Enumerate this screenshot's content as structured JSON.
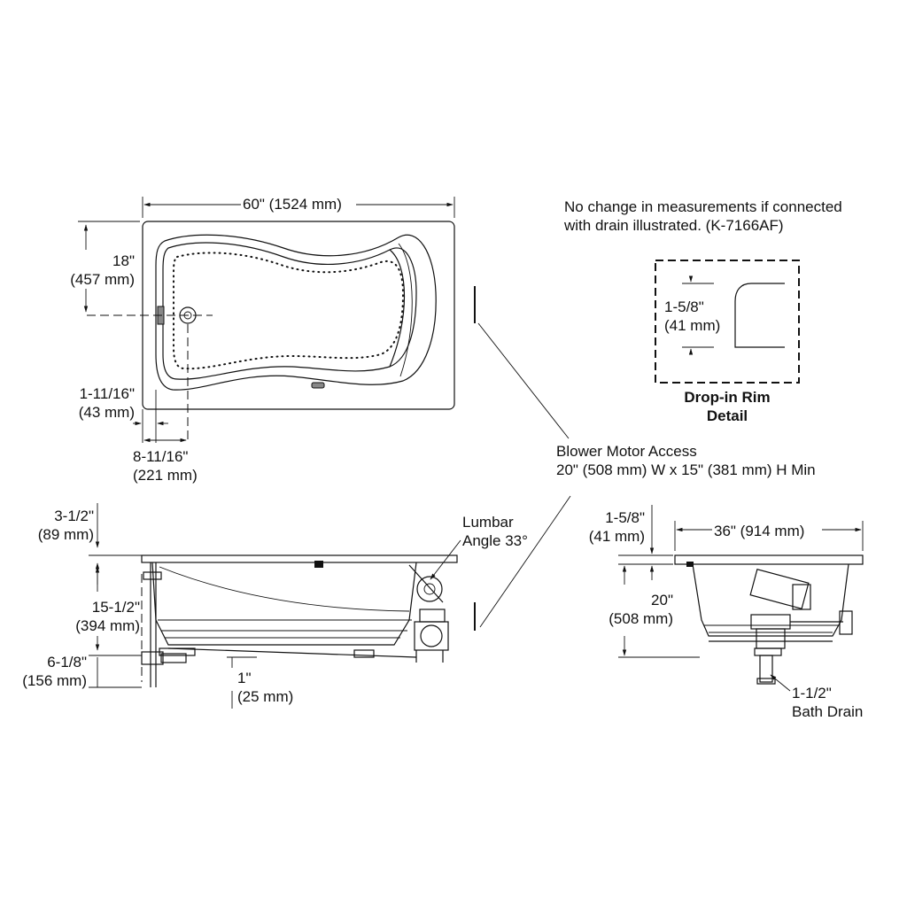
{
  "top_view": {
    "width_dim": "60\" (1524 mm)",
    "depth_dim": "18\"",
    "depth_dim_mm": "(457 mm)",
    "rim_dim": "1-11/16\"",
    "rim_dim_mm": "(43 mm)",
    "drain_offset_dim": "8-11/16\"",
    "drain_offset_dim_mm": "(221 mm)"
  },
  "note": {
    "line1": "No change in measurements if connected",
    "line2": "with drain illustrated. (K-7166AF)"
  },
  "rim_detail": {
    "dim": "1-5/8\"",
    "dim_mm": "(41 mm)",
    "title_line1": "Drop-in Rim",
    "title_line2": "Detail"
  },
  "blower": {
    "line1": "Blower Motor Access",
    "line2": "20\" (508 mm) W x 15\" (381 mm) H Min"
  },
  "side_view": {
    "rim_height": "3-1/2\"",
    "rim_height_mm": "(89 mm)",
    "lumbar_line1": "Lumbar",
    "lumbar_line2": "Angle 33°",
    "body_height": "15-1/2\"",
    "body_height_mm": "(394 mm)",
    "drain_height": "6-1/8\"",
    "drain_height_mm": "(156 mm)",
    "foot_height": "1\"",
    "foot_height_mm": "(25 mm)"
  },
  "end_view": {
    "rim_thickness": "1-5/8\"",
    "rim_thickness_mm": "(41 mm)",
    "width_dim": "36\" (914 mm)",
    "height_dim": "20\"",
    "height_dim_mm": "(508 mm)",
    "drain_line1": "1-1/2\"",
    "drain_line2": "Bath Drain"
  }
}
